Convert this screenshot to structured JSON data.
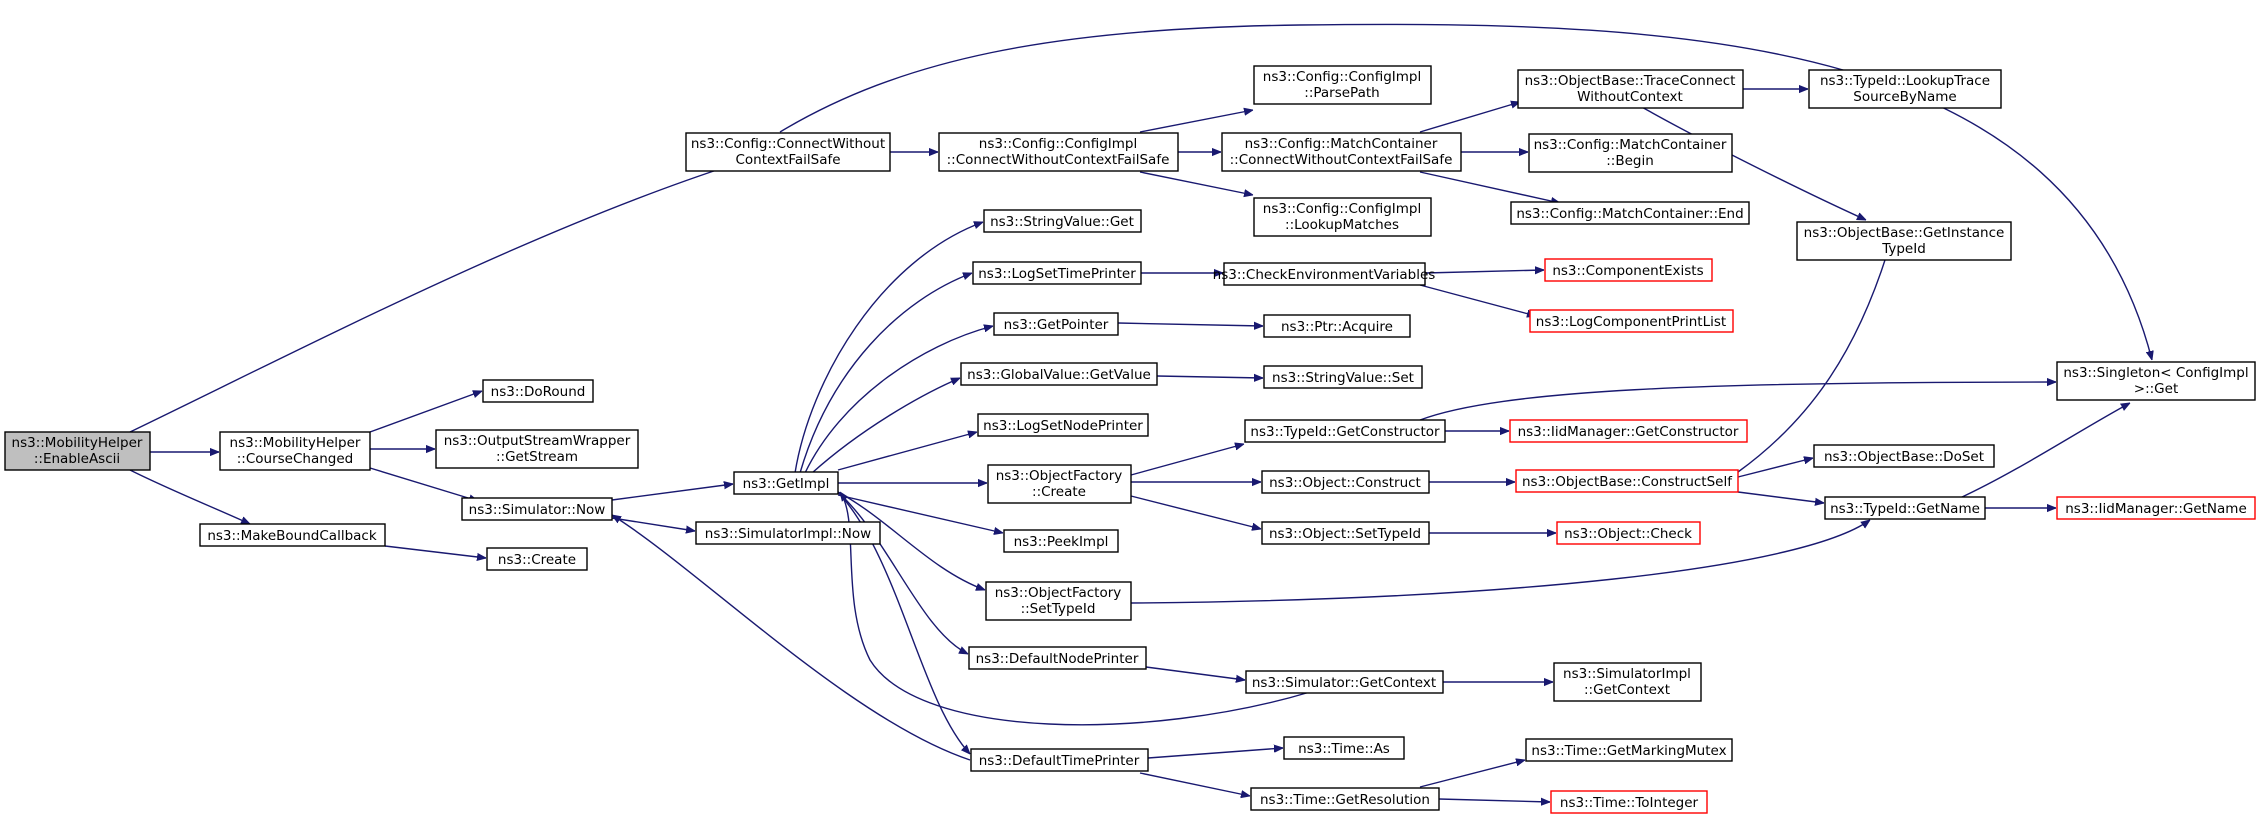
{
  "colors": {
    "edge": "#191970",
    "root_fill": "#bfbfbf",
    "node_border": "#000000",
    "missing_border": "#ff0000"
  },
  "nodes": {
    "root": [
      "ns3::MobilityHelper",
      "::EnableAscii"
    ],
    "course_changed": [
      "ns3::MobilityHelper",
      "::CourseChanged"
    ],
    "make_bound_callback": [
      "ns3::MakeBoundCallback"
    ],
    "connect_without_context_failsafe": [
      "ns3::Config::ConnectWithout",
      "ContextFailSafe"
    ],
    "do_round": [
      "ns3::DoRound"
    ],
    "output_stream_get_stream": [
      "ns3::OutputStreamWrapper",
      "::GetStream"
    ],
    "simulator_now": [
      "ns3::Simulator::Now"
    ],
    "create": [
      "ns3::Create"
    ],
    "get_impl": [
      "ns3::GetImpl"
    ],
    "simulator_impl_now": [
      "ns3::SimulatorImpl::Now"
    ],
    "config_impl_connect_failsafe": [
      "ns3::Config::ConfigImpl",
      "::ConnectWithoutContextFailSafe"
    ],
    "config_impl_parse_path": [
      "ns3::Config::ConfigImpl",
      "::ParsePath"
    ],
    "config_impl_lookup_matches": [
      "ns3::Config::ConfigImpl",
      "::LookupMatches"
    ],
    "match_container_connect_failsafe": [
      "ns3::Config::MatchContainer",
      "::ConnectWithoutContextFailSafe"
    ],
    "trace_connect_without_context": [
      "ns3::ObjectBase::TraceConnect",
      "WithoutContext"
    ],
    "match_container_begin": [
      "ns3::Config::MatchContainer",
      "::Begin"
    ],
    "match_container_end": [
      "ns3::Config::MatchContainer::End"
    ],
    "lookup_trace_source": [
      "ns3::TypeId::LookupTrace",
      "SourceByName"
    ],
    "get_instance_type_id": [
      "ns3::ObjectBase::GetInstance",
      "TypeId"
    ],
    "string_value_get": [
      "ns3::StringValue::Get"
    ],
    "log_set_time_printer": [
      "ns3::LogSetTimePrinter"
    ],
    "check_environment_variables": [
      "ns3::CheckEnvironmentVariables"
    ],
    "component_exists": [
      "ns3::ComponentExists"
    ],
    "log_component_print_list": [
      "ns3::LogComponentPrintList"
    ],
    "get_pointer": [
      "ns3::GetPointer"
    ],
    "ptr_acquire": [
      "ns3::Ptr::Acquire"
    ],
    "global_value_get_value": [
      "ns3::GlobalValue::GetValue"
    ],
    "string_value_set": [
      "ns3::StringValue::Set"
    ],
    "log_set_node_printer": [
      "ns3::LogSetNodePrinter"
    ],
    "singleton_get": [
      "ns3::Singleton< ConfigImpl",
      " >::Get"
    ],
    "type_id_get_constructor": [
      "ns3::TypeId::GetConstructor"
    ],
    "iid_manager_get_constructor": [
      "ns3::IidManager::GetConstructor"
    ],
    "object_factory_create": [
      "ns3::ObjectFactory",
      "::Create"
    ],
    "object_construct": [
      "ns3::Object::Construct"
    ],
    "object_base_construct_self": [
      "ns3::ObjectBase::ConstructSelf"
    ],
    "object_base_do_set": [
      "ns3::ObjectBase::DoSet"
    ],
    "type_id_get_name": [
      "ns3::TypeId::GetName"
    ],
    "iid_manager_get_name": [
      "ns3::IidManager::GetName"
    ],
    "object_set_type_id": [
      "ns3::Object::SetTypeId"
    ],
    "object_check": [
      "ns3::Object::Check"
    ],
    "peek_impl": [
      "ns3::PeekImpl"
    ],
    "object_factory_set_type_id": [
      "ns3::ObjectFactory",
      "::SetTypeId"
    ],
    "default_node_printer": [
      "ns3::DefaultNodePrinter"
    ],
    "simulator_get_context": [
      "ns3::Simulator::GetContext"
    ],
    "simulator_impl_get_context": [
      "ns3::SimulatorImpl",
      "::GetContext"
    ],
    "default_time_printer": [
      "ns3::DefaultTimePrinter"
    ],
    "time_as": [
      "ns3::Time::As"
    ],
    "time_get_resolution": [
      "ns3::Time::GetResolution"
    ],
    "time_get_marking_mutex": [
      "ns3::Time::GetMarkingMutex"
    ],
    "time_to_integer": [
      "ns3::Time::ToInteger"
    ]
  }
}
